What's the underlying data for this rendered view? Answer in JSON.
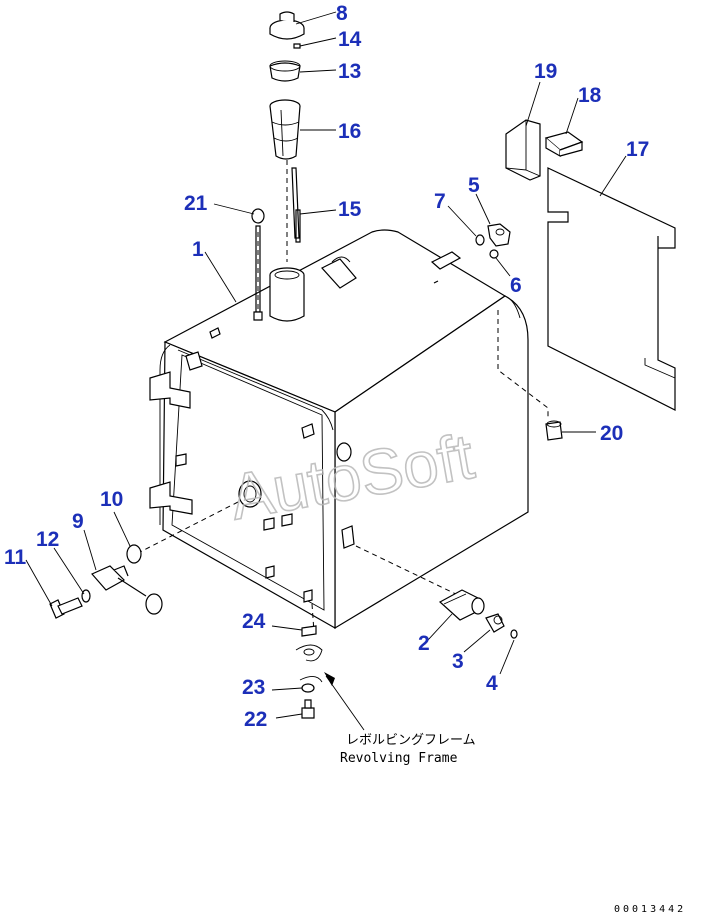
{
  "watermark": "AutoSoft",
  "note_japanese": "レボルビングフレーム",
  "note_english": "Revolving Frame",
  "drawing_code": "00013442",
  "colors": {
    "callout": "#1c2fb8",
    "line": "#000000",
    "watermark": "#b8b8b8"
  },
  "callouts": [
    "1",
    "2",
    "3",
    "4",
    "5",
    "6",
    "7",
    "8",
    "9",
    "10",
    "11",
    "12",
    "13",
    "14",
    "15",
    "16",
    "17",
    "18",
    "19",
    "20",
    "21",
    "22",
    "23",
    "24"
  ]
}
